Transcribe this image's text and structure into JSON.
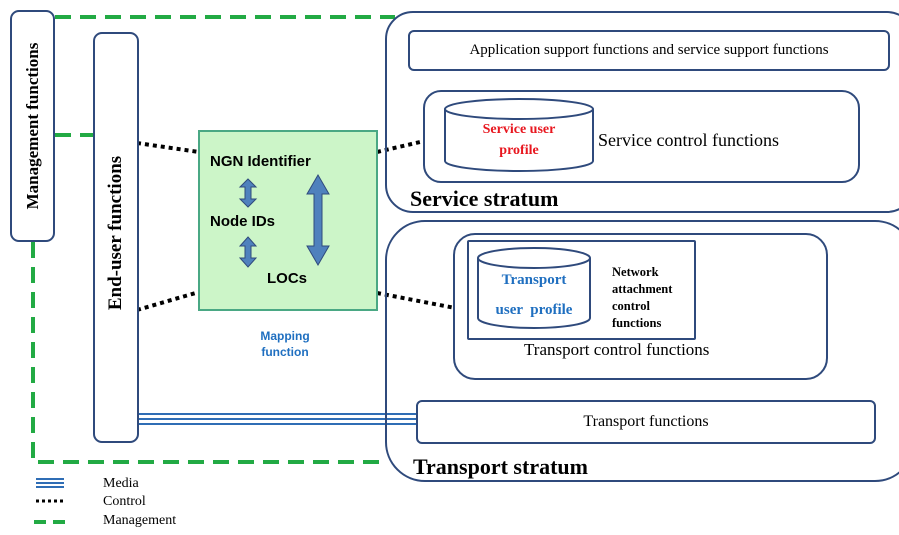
{
  "management": {
    "label": "Management functions"
  },
  "end_user": {
    "label": "End-user functions"
  },
  "mapping": {
    "ngn_identifier": "NGN Identifier",
    "node_ids": "Node IDs",
    "locs": "LOCs",
    "caption_line1": "Mapping",
    "caption_line2": "function"
  },
  "service_stratum": {
    "title": "Service stratum",
    "app_support": "Application support functions and service support functions",
    "service_control": "Service control functions",
    "profile_line1": "Service user",
    "profile_line2": "profile"
  },
  "transport_stratum": {
    "title": "Transport stratum",
    "transport_control": "Transport control functions",
    "profile_line1": "Transport",
    "profile_line2": "user  profile",
    "nacf_line1": "Network",
    "nacf_line2": "attachment",
    "nacf_line3": "control",
    "nacf_line4": "functions",
    "transport_functions": "Transport functions"
  },
  "legend": {
    "media": "Media",
    "control": "Control",
    "management": "Management"
  },
  "colors": {
    "border": "#2f4a7c",
    "mapping_fill": "#ccf5c8",
    "mapping_border": "#4aa884",
    "management_line": "#22aa44",
    "media_line": "#2f6db5",
    "arrow_fill": "#4f81bd",
    "red_text": "#e8171f",
    "blue_text": "#1f6fc0"
  }
}
